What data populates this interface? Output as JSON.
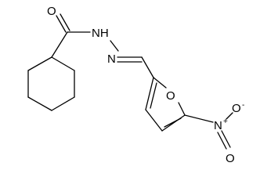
{
  "molecule": {
    "atoms": {
      "O_carbonyl": "O",
      "NH": "NH",
      "N_imine": "N",
      "O_furan": "O",
      "N_nitro": "N",
      "N_nitro_charge": "+",
      "O_nitro_top": "O",
      "O_nitro_top_charge": "-",
      "O_nitro_bottom": "O"
    },
    "colors": {
      "ink": "#000000",
      "background": "#ffffff"
    }
  }
}
